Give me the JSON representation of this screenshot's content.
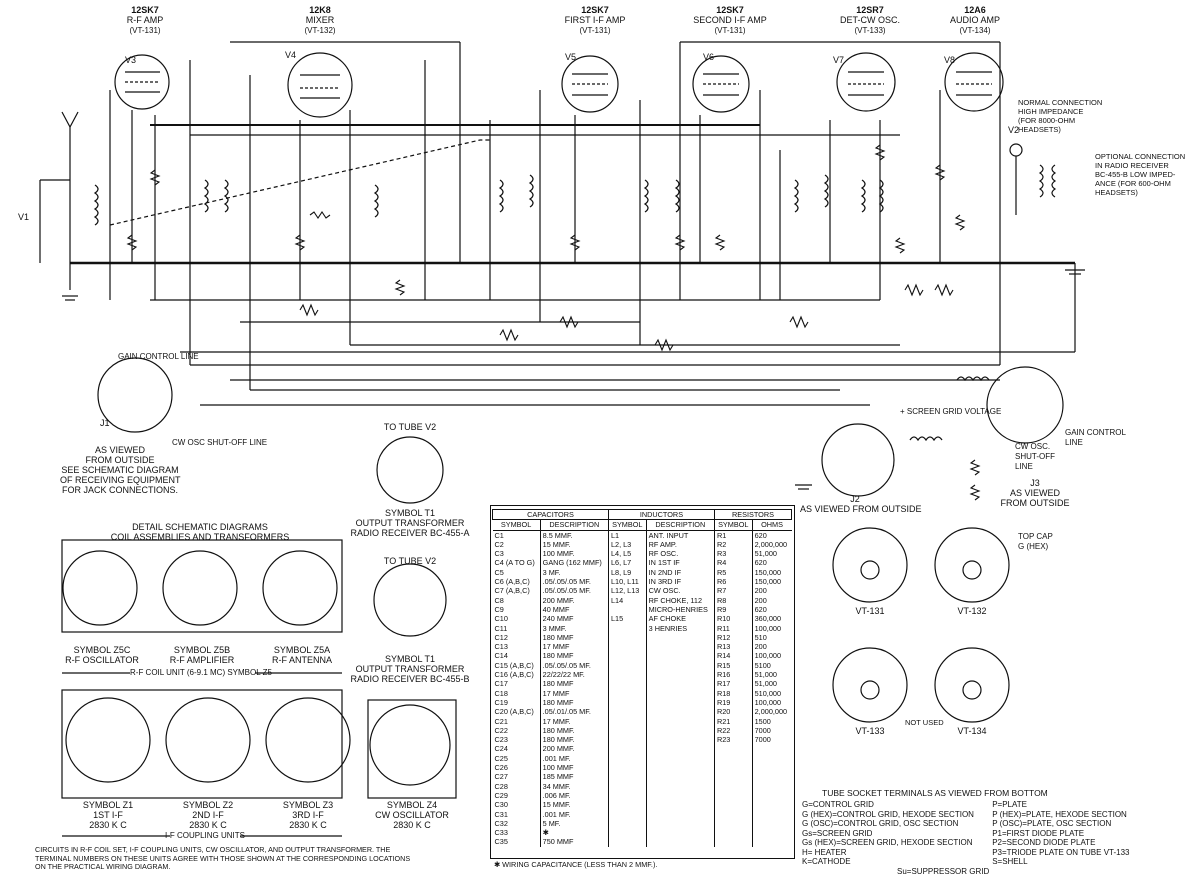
{
  "tubes": [
    {
      "type": "12SK7",
      "role": "R-F AMP",
      "vt": "(VT-131)",
      "ref": "V3"
    },
    {
      "type": "12K8",
      "role": "MIXER",
      "vt": "(VT-132)",
      "ref": "V4"
    },
    {
      "type": "12SK7",
      "role": "FIRST I-F AMP",
      "vt": "(VT-131)",
      "ref": "V5"
    },
    {
      "type": "12SK7",
      "role": "SECOND I-F AMP",
      "vt": "(VT-131)",
      "ref": "V6"
    },
    {
      "type": "12SR7",
      "role": "DET-CW OSC.",
      "vt": "(VT-133)",
      "ref": "V7"
    },
    {
      "type": "12A6",
      "role": "AUDIO AMP",
      "vt": "(VT-134)",
      "ref": "V8"
    }
  ],
  "labels": {
    "normal_connection": [
      "NORMAL CONNECTION",
      "HIGH IMPEDANCE",
      "(FOR 8000-OHM",
      "HEADSETS)"
    ],
    "optional_connection": [
      "OPTIONAL CONNECTION",
      "IN RADIO RECEIVER",
      "BC-455-B LOW IMPED-",
      "ANCE (FOR 600-OHM",
      "HEADSETS)"
    ],
    "gain_control_line": "GAIN CONTROL LINE",
    "cw_osc_shutoff": "CW OSC SHUT-OFF LINE",
    "j1_view": [
      "AS VIEWED",
      "FROM OUTSIDE",
      "SEE SCHEMATIC DIAGRAM",
      "OF RECEIVING EQUIPMENT",
      "FOR JACK CONNECTIONS."
    ],
    "screen_grid_voltage": "+ SCREEN GRID VOLTAGE",
    "gain_control_line_right": [
      "GAIN CONTROL",
      "LINE"
    ],
    "cw_osc_right": [
      "CW OSC.",
      "SHUT-OFF",
      "LINE"
    ],
    "j3_view": [
      "J3",
      "AS VIEWED",
      "FROM OUTSIDE"
    ],
    "j2_view": [
      "J2",
      "AS VIEWED FROM OUTSIDE"
    ],
    "to_tube_v2": "TO TUBE V2",
    "symbol_t1_a": [
      "SYMBOL T1",
      "OUTPUT TRANSFORMER",
      "RADIO RECEIVER BC-455-A"
    ],
    "symbol_t1_b": [
      "SYMBOL T1",
      "OUTPUT TRANSFORMER",
      "RADIO RECEIVER BC-455-B"
    ],
    "detail_title": [
      "DETAIL SCHEMATIC DIAGRAMS",
      "COIL ASSEMBLIES AND TRANSFORMERS"
    ],
    "z5c": [
      "SYMBOL Z5C",
      "R-F OSCILLATOR"
    ],
    "z5b": [
      "SYMBOL Z5B",
      "R-F AMPLIFIER"
    ],
    "z5a": [
      "SYMBOL Z5A",
      "R-F ANTENNA"
    ],
    "rf_coil_unit": "R-F COIL UNIT (6-9.1 MC) SYMBOL Z5",
    "z1": [
      "SYMBOL Z1",
      "1ST I-F",
      "2830 K C"
    ],
    "z2": [
      "SYMBOL Z2",
      "2ND I-F",
      "2830 K C"
    ],
    "z3": [
      "SYMBOL Z3",
      "3RD I-F",
      "2830 K C"
    ],
    "z4": [
      "SYMBOL Z4",
      "CW OSCILLATOR",
      "2830 K C"
    ],
    "if_units": "I-F COUPLING UNITS",
    "footnote": [
      "CIRCUITS IN R-F COIL SET, I-F COUPLING UNITS, CW OSCILLATOR, AND OUTPUT TRANSFORMER. THE",
      "TERMINAL NUMBERS ON THESE UNITS AGREE WITH THOSE SHOWN AT THE CORRESPONDING LOCATIONS",
      "ON THE PRACTICAL WIRING DIAGRAM."
    ],
    "wiring_cap": "✱ WIRING CAPACITANCE (LESS THAN 2 MMF.).",
    "top_cap": [
      "TOP CAP",
      "G (HEX)"
    ],
    "not_used": "NOT USED",
    "socket_title": "TUBE SOCKET TERMINALS AS VIEWED FROM BOTTOM",
    "vt131": "VT-131",
    "vt132": "VT-132",
    "vt133": "VT-133",
    "vt134": "VT-134",
    "v1": "V1",
    "v2": "V2",
    "j1": "J1"
  },
  "legend_left": [
    "G=CONTROL GRID",
    "G (HEX)=CONTROL GRID, HEXODE SECTION",
    "G (OSC)=CONTROL GRID, OSC SECTION",
    "Gs=SCREEN GRID",
    "Gs (HEX)=SCREEN GRID, HEXODE SECTION",
    "H= HEATER",
    "K=CATHODE"
  ],
  "legend_right": [
    "P=PLATE",
    "P (HEX)=PLATE, HEXODE SECTION",
    "P (OSC)=PLATE, OSC SECTION",
    "P1=FIRST DIODE PLATE",
    "P2=SECOND DIODE PLATE",
    "P3=TRIODE PLATE ON TUBE VT-133",
    "S=SHELL"
  ],
  "legend_bottom": "Su=SUPPRESSOR GRID",
  "parts_table": {
    "headers": {
      "capacitors": "CAPACITORS",
      "inductors": "INDUCTORS",
      "resistors": "RESISTORS",
      "symbol": "SYMBOL",
      "description": "DESCRIPTION",
      "ohms": "OHMS"
    },
    "capacitors": [
      [
        "C1",
        "8.5 MMF."
      ],
      [
        "C2",
        "15 MMF."
      ],
      [
        "C3",
        "100 MMF."
      ],
      [
        "C4 (A TO G)",
        "GANG (162 MMF)"
      ],
      [
        "C5",
        "3 MF."
      ],
      [
        "C6 (A,B,C)",
        ".05/.05/.05 MF."
      ],
      [
        "C7 (A,B,C)",
        ".05/.05/.05 MF."
      ],
      [
        "C8",
        "200 MMF."
      ],
      [
        "C9",
        "40 MMF"
      ],
      [
        "C10",
        "240 MMF"
      ],
      [
        "C11",
        "3 MMF."
      ],
      [
        "C12",
        "180 MMF"
      ],
      [
        "C13",
        "17 MMF"
      ],
      [
        "C14",
        "180 MMF"
      ],
      [
        "C15 (A,B,C)",
        ".05/.05/.05 MF."
      ],
      [
        "C16 (A,B,C)",
        "22/22/22 MF."
      ],
      [
        "C17",
        "180 MMF"
      ],
      [
        "C18",
        "17 MMF"
      ],
      [
        "C19",
        "180 MMF"
      ],
      [
        "C20 (A,B,C)",
        ".05/.01/.05 MF."
      ],
      [
        "C21",
        "17 MMF."
      ],
      [
        "C22",
        "180 MMF."
      ],
      [
        "C23",
        "180 MMF."
      ],
      [
        "C24",
        "200 MMF."
      ],
      [
        "C25",
        ".001 MF."
      ],
      [
        "C26",
        "100 MMF"
      ],
      [
        "C27",
        "185 MMF"
      ],
      [
        "C28",
        "34 MMF."
      ],
      [
        "C29",
        ".006 MF."
      ],
      [
        "C30",
        "15 MMF."
      ],
      [
        "C31",
        ".001 MF."
      ],
      [
        "C32",
        "5 MF."
      ],
      [
        "C33",
        "✱"
      ],
      [
        "C35",
        "750 MMF"
      ]
    ],
    "inductors": [
      [
        "L1",
        "ANT. INPUT"
      ],
      [
        "L2, L3",
        "RF AMP."
      ],
      [
        "L4, L5",
        "RF OSC."
      ],
      [
        "L6, L7",
        "IN 1ST IF"
      ],
      [
        "L8, L9",
        "IN 2ND IF"
      ],
      [
        "L10, L11",
        "IN 3RD IF"
      ],
      [
        "L12, L13",
        "CW OSC."
      ],
      [
        "L14",
        "RF CHOKE, 112"
      ],
      [
        "",
        "MICRO-HENRIES"
      ],
      [
        "L15",
        "AF CHOKE"
      ],
      [
        "",
        "3 HENRIES"
      ]
    ],
    "resistors": [
      [
        "R1",
        "620"
      ],
      [
        "R2",
        "2,000,000"
      ],
      [
        "R3",
        "51,000"
      ],
      [
        "R4",
        "620"
      ],
      [
        "R5",
        "150,000"
      ],
      [
        "R6",
        "150,000"
      ],
      [
        "R7",
        "200"
      ],
      [
        "R8",
        "200"
      ],
      [
        "R9",
        "620"
      ],
      [
        "R10",
        "360,000"
      ],
      [
        "R11",
        "100,000"
      ],
      [
        "R12",
        "510"
      ],
      [
        "R13",
        "200"
      ],
      [
        "R14",
        "100,000"
      ],
      [
        "R15",
        "5100"
      ],
      [
        "R16",
        "51,000"
      ],
      [
        "R17",
        "51,000"
      ],
      [
        "R18",
        "510,000"
      ],
      [
        "R19",
        "100,000"
      ],
      [
        "R20",
        "2,000,000"
      ],
      [
        "R21",
        "1500"
      ],
      [
        "R22",
        "7000"
      ],
      [
        "R23",
        "7000"
      ]
    ]
  }
}
